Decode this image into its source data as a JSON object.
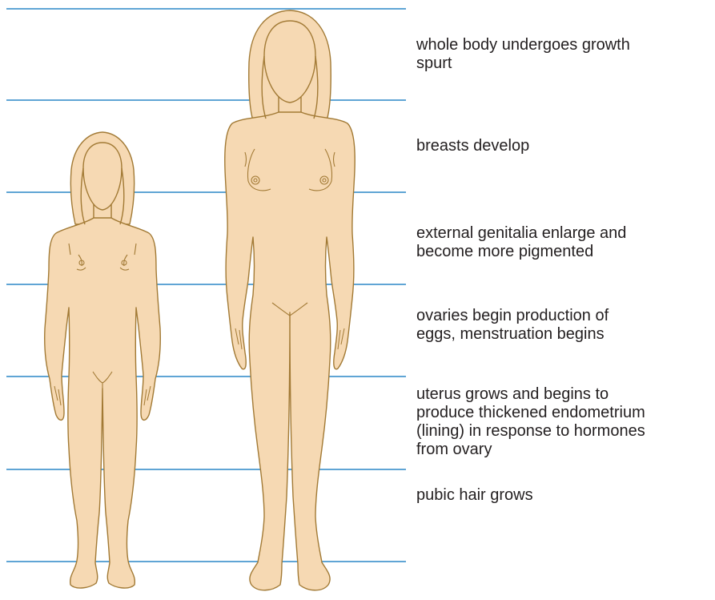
{
  "diagram": {
    "colors": {
      "skin": "#f6d9b3",
      "outline": "#a27a35",
      "guide_line": "#2c87c7",
      "text": "#231f20"
    },
    "figures": [
      "girl",
      "young woman"
    ],
    "annotations": [
      [
        "whole body undergoes growth",
        "spurt"
      ],
      [
        "breasts develop"
      ],
      [
        "external genitalia enlarge and",
        "become more pigmented"
      ],
      [
        "ovaries begin production of",
        "eggs, menstruation begins"
      ],
      [
        "uterus grows and begins to",
        "produce thickened endometrium",
        "(lining) in response to hormones",
        "from ovary"
      ],
      [
        "pubic hair grows"
      ]
    ]
  }
}
